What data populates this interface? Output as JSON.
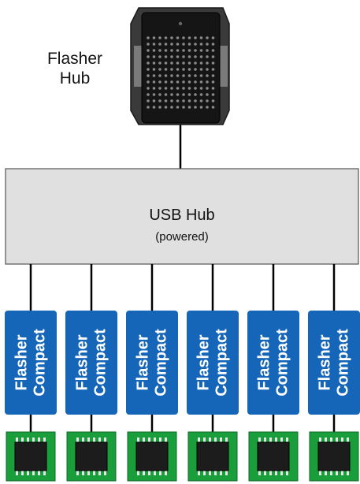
{
  "flasher_hub": {
    "label_line1": "Flasher",
    "label_line2": "Hub",
    "icon": "flasher-hub-device-icon"
  },
  "usb_hub": {
    "title": "USB Hub",
    "subtitle": "(powered)",
    "fill_color": "#e0e0e0"
  },
  "flasher_compact": {
    "line1": "Flasher",
    "line2": "Compact",
    "color": "#1565b8",
    "count": 6
  },
  "targets": {
    "icon": "microcontroller-chip-icon",
    "board_color": "#1a9e3c"
  }
}
